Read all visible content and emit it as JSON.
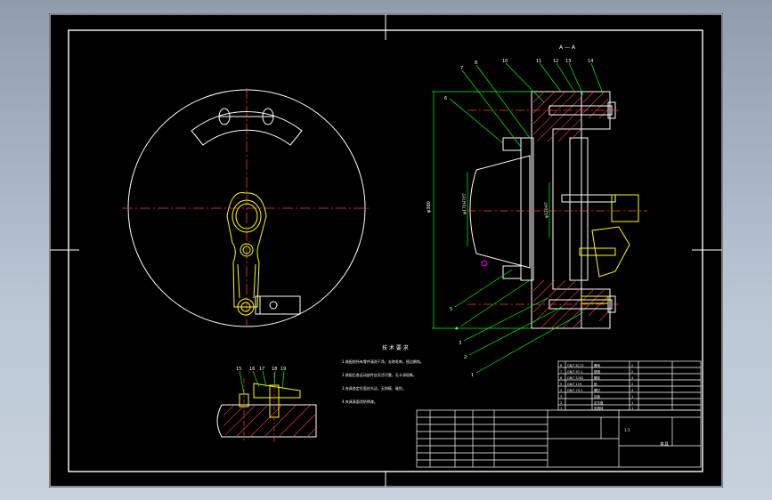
{
  "drawing": {
    "section_title": "A — A",
    "notes_title": "技 术 要 求",
    "notes": [
      "1.装配前所有零件清洗干净，去除毛刺，锐边倒钝。",
      "2.装配后各运动部件应灵活可靠，无卡滞现象。",
      "3.夹具各定位面应光洁，无划痕、碰伤。",
      "4.夹具表面涂防锈漆。"
    ],
    "balloons_section": [
      "7",
      "8",
      "10",
      "11",
      "12",
      "13",
      "14",
      "6",
      "5",
      "4",
      "3",
      "2",
      "1"
    ],
    "balloons_detail": [
      "15",
      "16",
      "17",
      "18",
      "19"
    ],
    "dimension_overall": "φ380",
    "dimension_bore": "φ170H7/f7",
    "dimension_inner": "φ120H7"
  },
  "title_block": {
    "scale": "1:1",
    "drawing_name": "夹具",
    "parts": [
      {
        "no": "8",
        "code": "GB/T 6170",
        "name": "螺母",
        "qty": "2"
      },
      {
        "no": "7",
        "code": "GB/T 97.1",
        "name": "垫圈",
        "qty": "2"
      },
      {
        "no": "6",
        "code": "GB/T 5782",
        "name": "螺栓",
        "qty": "4"
      },
      {
        "no": "5",
        "code": "GB/T 119",
        "name": "销",
        "qty": "2"
      },
      {
        "no": "4",
        "code": "GB/T 70.1",
        "name": "螺钉",
        "qty": "4"
      },
      {
        "no": "3",
        "code": "",
        "name": "压板",
        "qty": "1"
      },
      {
        "no": "2",
        "code": "",
        "name": "定位盘",
        "qty": "1"
      },
      {
        "no": "1",
        "code": "",
        "name": "夹具体",
        "qty": "1"
      }
    ]
  },
  "colors": {
    "line": "#ffffff",
    "part": "#ffff00",
    "leader": "#00ff00",
    "dim": "#00ff00",
    "center": "#ff3b3b",
    "hatch": "#ff4040",
    "hole": "#ff00ff"
  }
}
